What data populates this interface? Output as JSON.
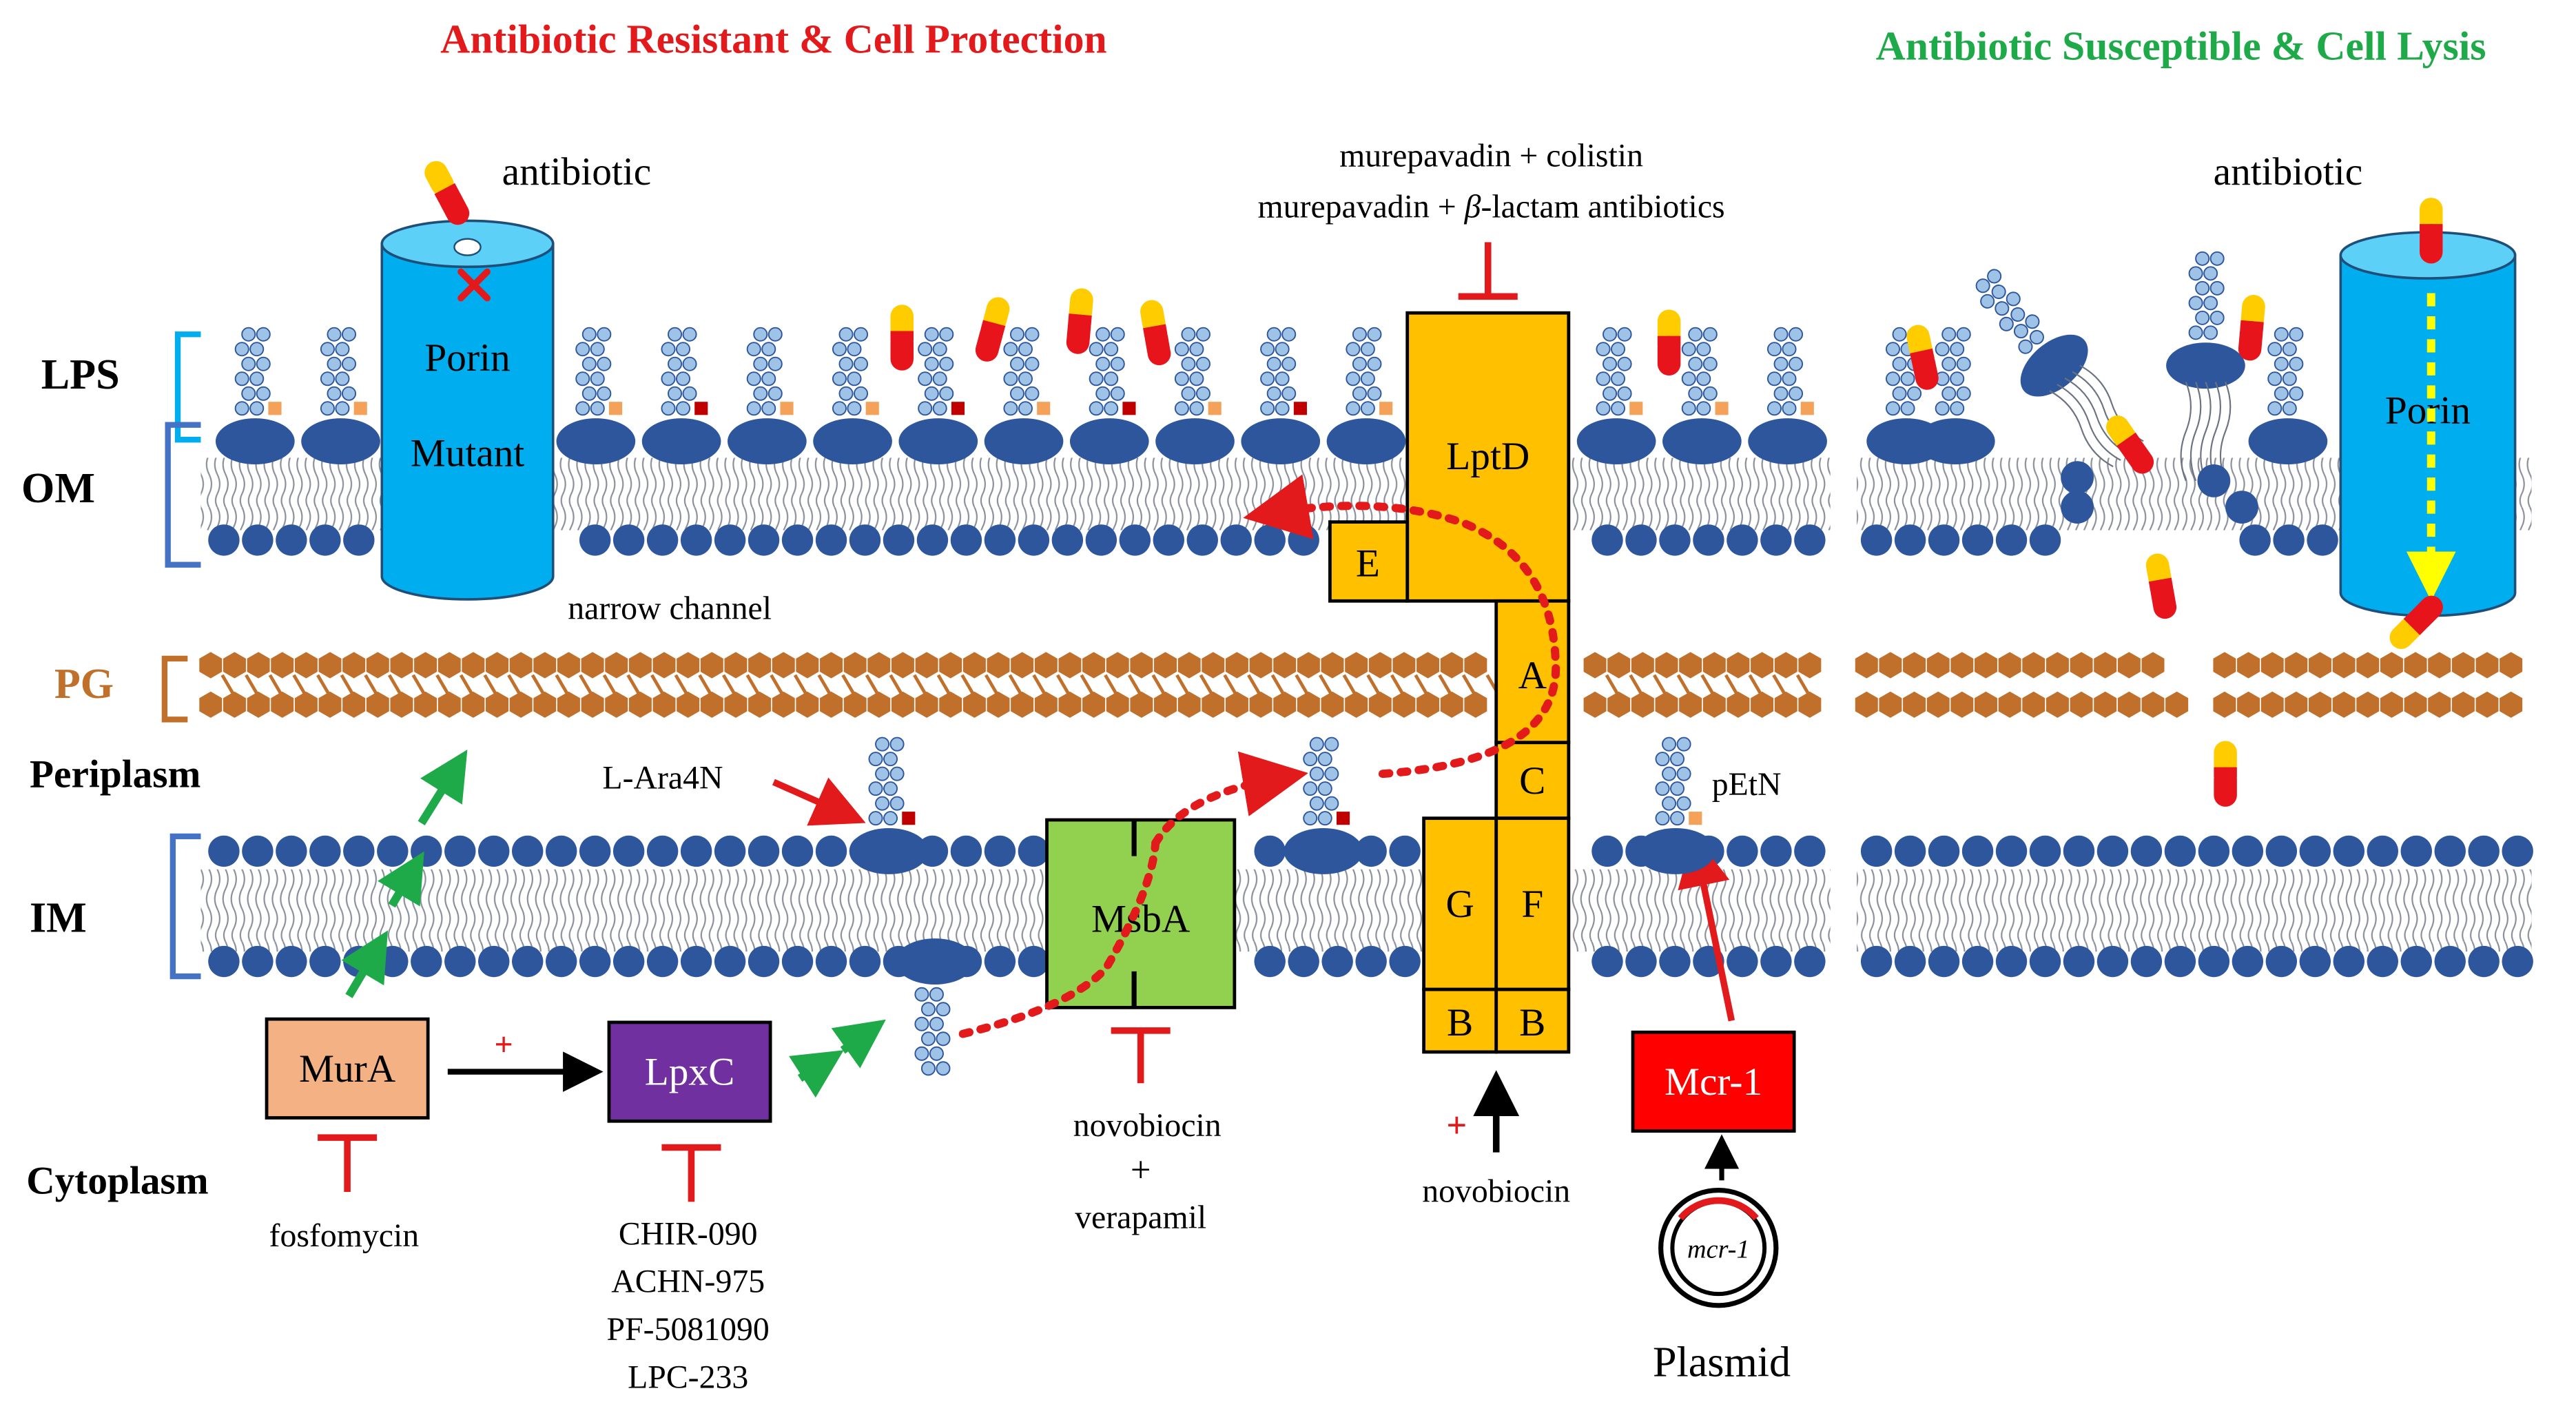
{
  "headings": {
    "left": "Antibiotic Resistant & Cell Protection",
    "right": "Antibiotic Susceptible & Cell Lysis"
  },
  "layers": {
    "lps": "LPS",
    "om": "OM",
    "pg": "PG",
    "periplasm": "Periplasm",
    "im": "IM",
    "cytoplasm": "Cytoplasm"
  },
  "left": {
    "antibiotic": "antibiotic",
    "porin_line1": "Porin",
    "porin_line2": "Mutant",
    "narrow_channel": "narrow channel",
    "l_ara4n": "L-Ara4N",
    "pEtN": "pEtN",
    "inhibitor_top_line1": "murepavadin + colistin",
    "inhibitor_top_line2_pre": "murepavadin + ",
    "inhibitor_top_line2_beta": "β",
    "inhibitor_top_line2_post": "-lactam antibiotics"
  },
  "proteins": {
    "lptd": "LptD",
    "e": "E",
    "a": "A",
    "c": "C",
    "g": "G",
    "f": "F",
    "b1": "B",
    "b2": "B",
    "msba": "MsbA",
    "mura": "MurA",
    "lpxc": "LpxC",
    "mcr1": "Mcr-1"
  },
  "drugs": {
    "fosfomycin": "fosfomycin",
    "lpxc_inhibitors": [
      "CHIR-090",
      "ACHN-975",
      "PF-5081090",
      "LPC-233"
    ],
    "msba_line1": "novobiocin",
    "msba_plus": "+",
    "msba_line2": "verapamil",
    "lptb_stim": "novobiocin",
    "plus": "+"
  },
  "plasmid": {
    "gene": "mcr-1",
    "label": "Plasmid"
  },
  "right": {
    "antibiotic": "antibiotic",
    "porin": "Porin"
  },
  "colors": {
    "lipid_head": "#2e569c",
    "lps_sugar": "#9fc3e6",
    "pg": "#c0702a",
    "bracket": "#5b8fd1",
    "porin": "#00aeef",
    "lpt_protein": "#ffc000",
    "msba": "#92d050",
    "mura": "#f4b183",
    "lpxc": "#7030a0",
    "mcr1": "#ff0000",
    "inhibit": "#e31a1c",
    "green_arrow": "#1faa4a",
    "yellow_arrow": "#ffff00",
    "drug_red": "#e8141c",
    "drug_yellow": "#ffcc00",
    "heading_left": "#e31a1c",
    "heading_right": "#1faa4a"
  }
}
